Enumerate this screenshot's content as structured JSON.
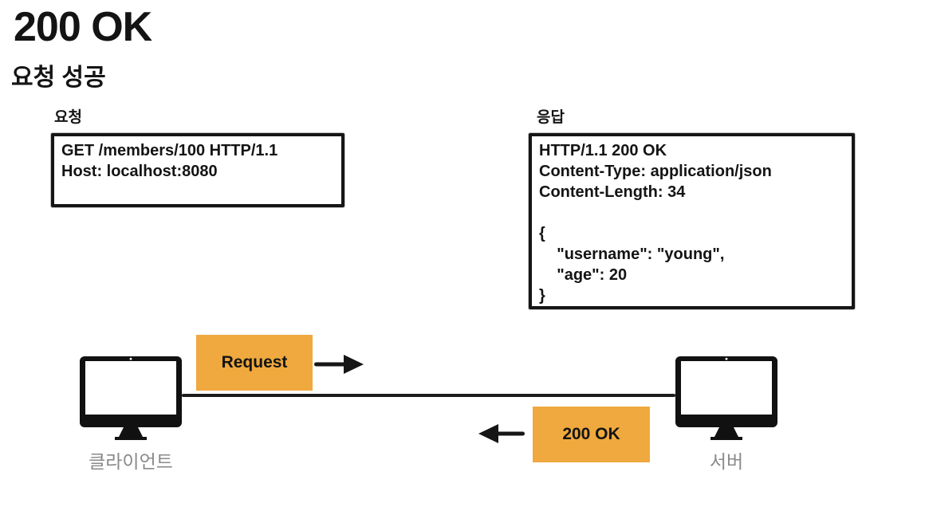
{
  "page": {
    "title": "200 OK",
    "subtitle": "요청 성공"
  },
  "request_panel": {
    "label": "요청",
    "lines": [
      "GET /members/100 HTTP/1.1",
      "Host: localhost:8080"
    ]
  },
  "response_panel": {
    "label": "응답",
    "lines": [
      "HTTP/1.1 200 OK",
      "Content-Type: application/json",
      "Content-Length: 34",
      "",
      "{",
      "    \"username\": \"young\",",
      "    \"age\": 20",
      "}"
    ]
  },
  "flow": {
    "request_badge": "Request",
    "response_badge": "200 OK",
    "client_label": "클라이언트",
    "server_label": "서버"
  },
  "colors": {
    "badge_orange": "#EFA93E",
    "label_gray": "#8A8A8A",
    "ink": "#141414"
  }
}
